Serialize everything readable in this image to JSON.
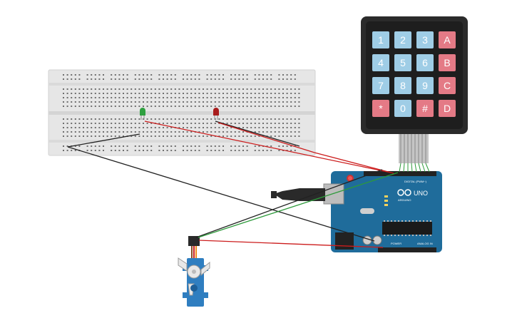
{
  "keypad": {
    "rows": [
      [
        "1",
        "2",
        "3",
        "A"
      ],
      [
        "4",
        "5",
        "6",
        "B"
      ],
      [
        "7",
        "8",
        "9",
        "C"
      ],
      [
        "*",
        "0",
        "#",
        "D"
      ]
    ],
    "number_key_color": "#9fcde6",
    "letter_key_color": "#e47a86"
  },
  "arduino": {
    "model_label": "UNO",
    "brand_label": "ARDUINO",
    "digital_label": "DIGITAL (PWM~)",
    "power_label": "POWER",
    "analog_label": "ANALOG IN",
    "board_color": "#1f6c9b"
  },
  "leds": [
    {
      "color": "#2fa040"
    },
    {
      "color": "#a81c1c"
    }
  ],
  "wire_colors": {
    "black": "#222222",
    "red": "#cc1c1c",
    "green": "#2d9a3a"
  }
}
